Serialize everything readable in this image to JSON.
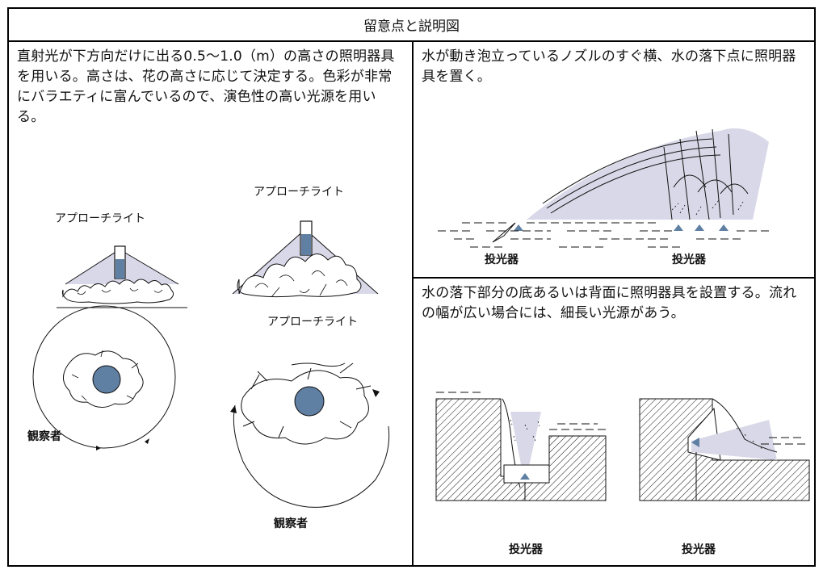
{
  "header": {
    "title": "留意点と説明図"
  },
  "left": {
    "description": "直射光が下方向だけに出る0.5〜1.0（m）の高さの照明器具を用いる。高さは、花の高さに応じて決定する。色彩が非常にバラエティに富んでいるので、演色性の高い光源を用いる。",
    "labels": {
      "approach_1": "アプローチライト",
      "approach_2": "アプローチライト",
      "approach_3": "アプローチライト",
      "observer_1": "観察者",
      "observer_2": "観察者"
    }
  },
  "right_top": {
    "description": "水が動き泡立っているノズルのすぐ横、水の落下点に照明器具を置く。",
    "labels": {
      "projector_1": "投光器",
      "projector_2": "投光器"
    }
  },
  "right_bottom": {
    "description": "水の落下部分の底あるいは背面に照明器具を設置する。流れの幅が広い場合には、細長い光源があう。",
    "labels": {
      "projector_1": "投光器",
      "projector_2": "投光器"
    }
  },
  "colors": {
    "light_cone": "#d9d8e8",
    "fixture": "#5f7fa3",
    "line": "#111111"
  }
}
